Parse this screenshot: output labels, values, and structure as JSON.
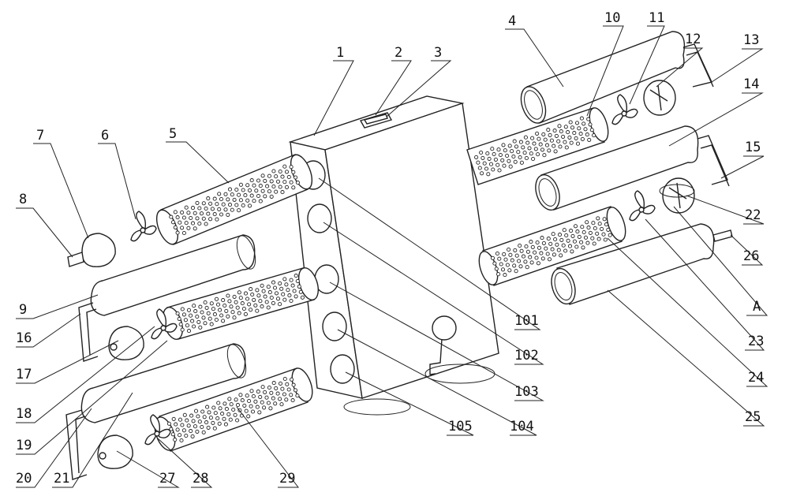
{
  "labels": {
    "n1": "1",
    "n2": "2",
    "n3": "3",
    "n4": "4",
    "n5": "5",
    "n6": "6",
    "n7": "7",
    "n8": "8",
    "n9": "9",
    "n10": "10",
    "n11": "11",
    "n12": "12",
    "n13": "13",
    "n14": "14",
    "n15": "15",
    "n16": "16",
    "n17": "17",
    "n18": "18",
    "n19": "19",
    "n20": "20",
    "n21": "21",
    "n22": "22",
    "n23": "23",
    "n24": "24",
    "n25": "25",
    "n26": "26",
    "n27": "27",
    "n28": "28",
    "n29": "29",
    "n101": "101",
    "n102": "102",
    "n103": "103",
    "n104": "104",
    "n105": "105",
    "nA": "A"
  }
}
